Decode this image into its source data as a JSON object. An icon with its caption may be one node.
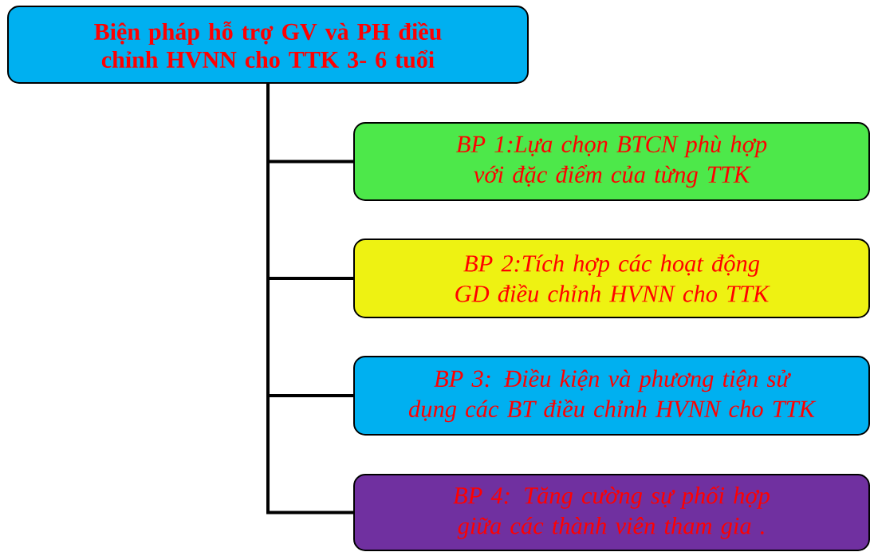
{
  "diagram": {
    "nodes": [
      {
        "text": [
          "Biện pháp hỗ trợ GV và PH điều chỉnh HVNN cho TTK 3- 6 tuổi"
        ]
      },
      {
        "text": [
          "BP 1:Lựa chọn BTCN phù hợp với đặc điểm của từng TTK"
        ]
      },
      {
        "text": [
          "BP 2:Tích hợp các hoạt động GD điều chỉnh HVNN cho TTK"
        ]
      },
      {
        "text": [
          "BP 3: Điều kiện và phương tiện sử dụng các BT điều chỉnh HVNN cho TTK"
        ]
      },
      {
        "text": [
          "BP 4: Tăng cường sự phối hợp giữa các thành viên tham gia ."
        ]
      }
    ],
    "edges": [
      {
        "from": 0,
        "to": 1,
        "arrow": "none"
      },
      {
        "from": 0,
        "to": 2,
        "arrow": "none"
      },
      {
        "from": 0,
        "to": 3,
        "arrow": "none"
      },
      {
        "from": 0,
        "to": 4,
        "arrow": "none"
      }
    ]
  }
}
